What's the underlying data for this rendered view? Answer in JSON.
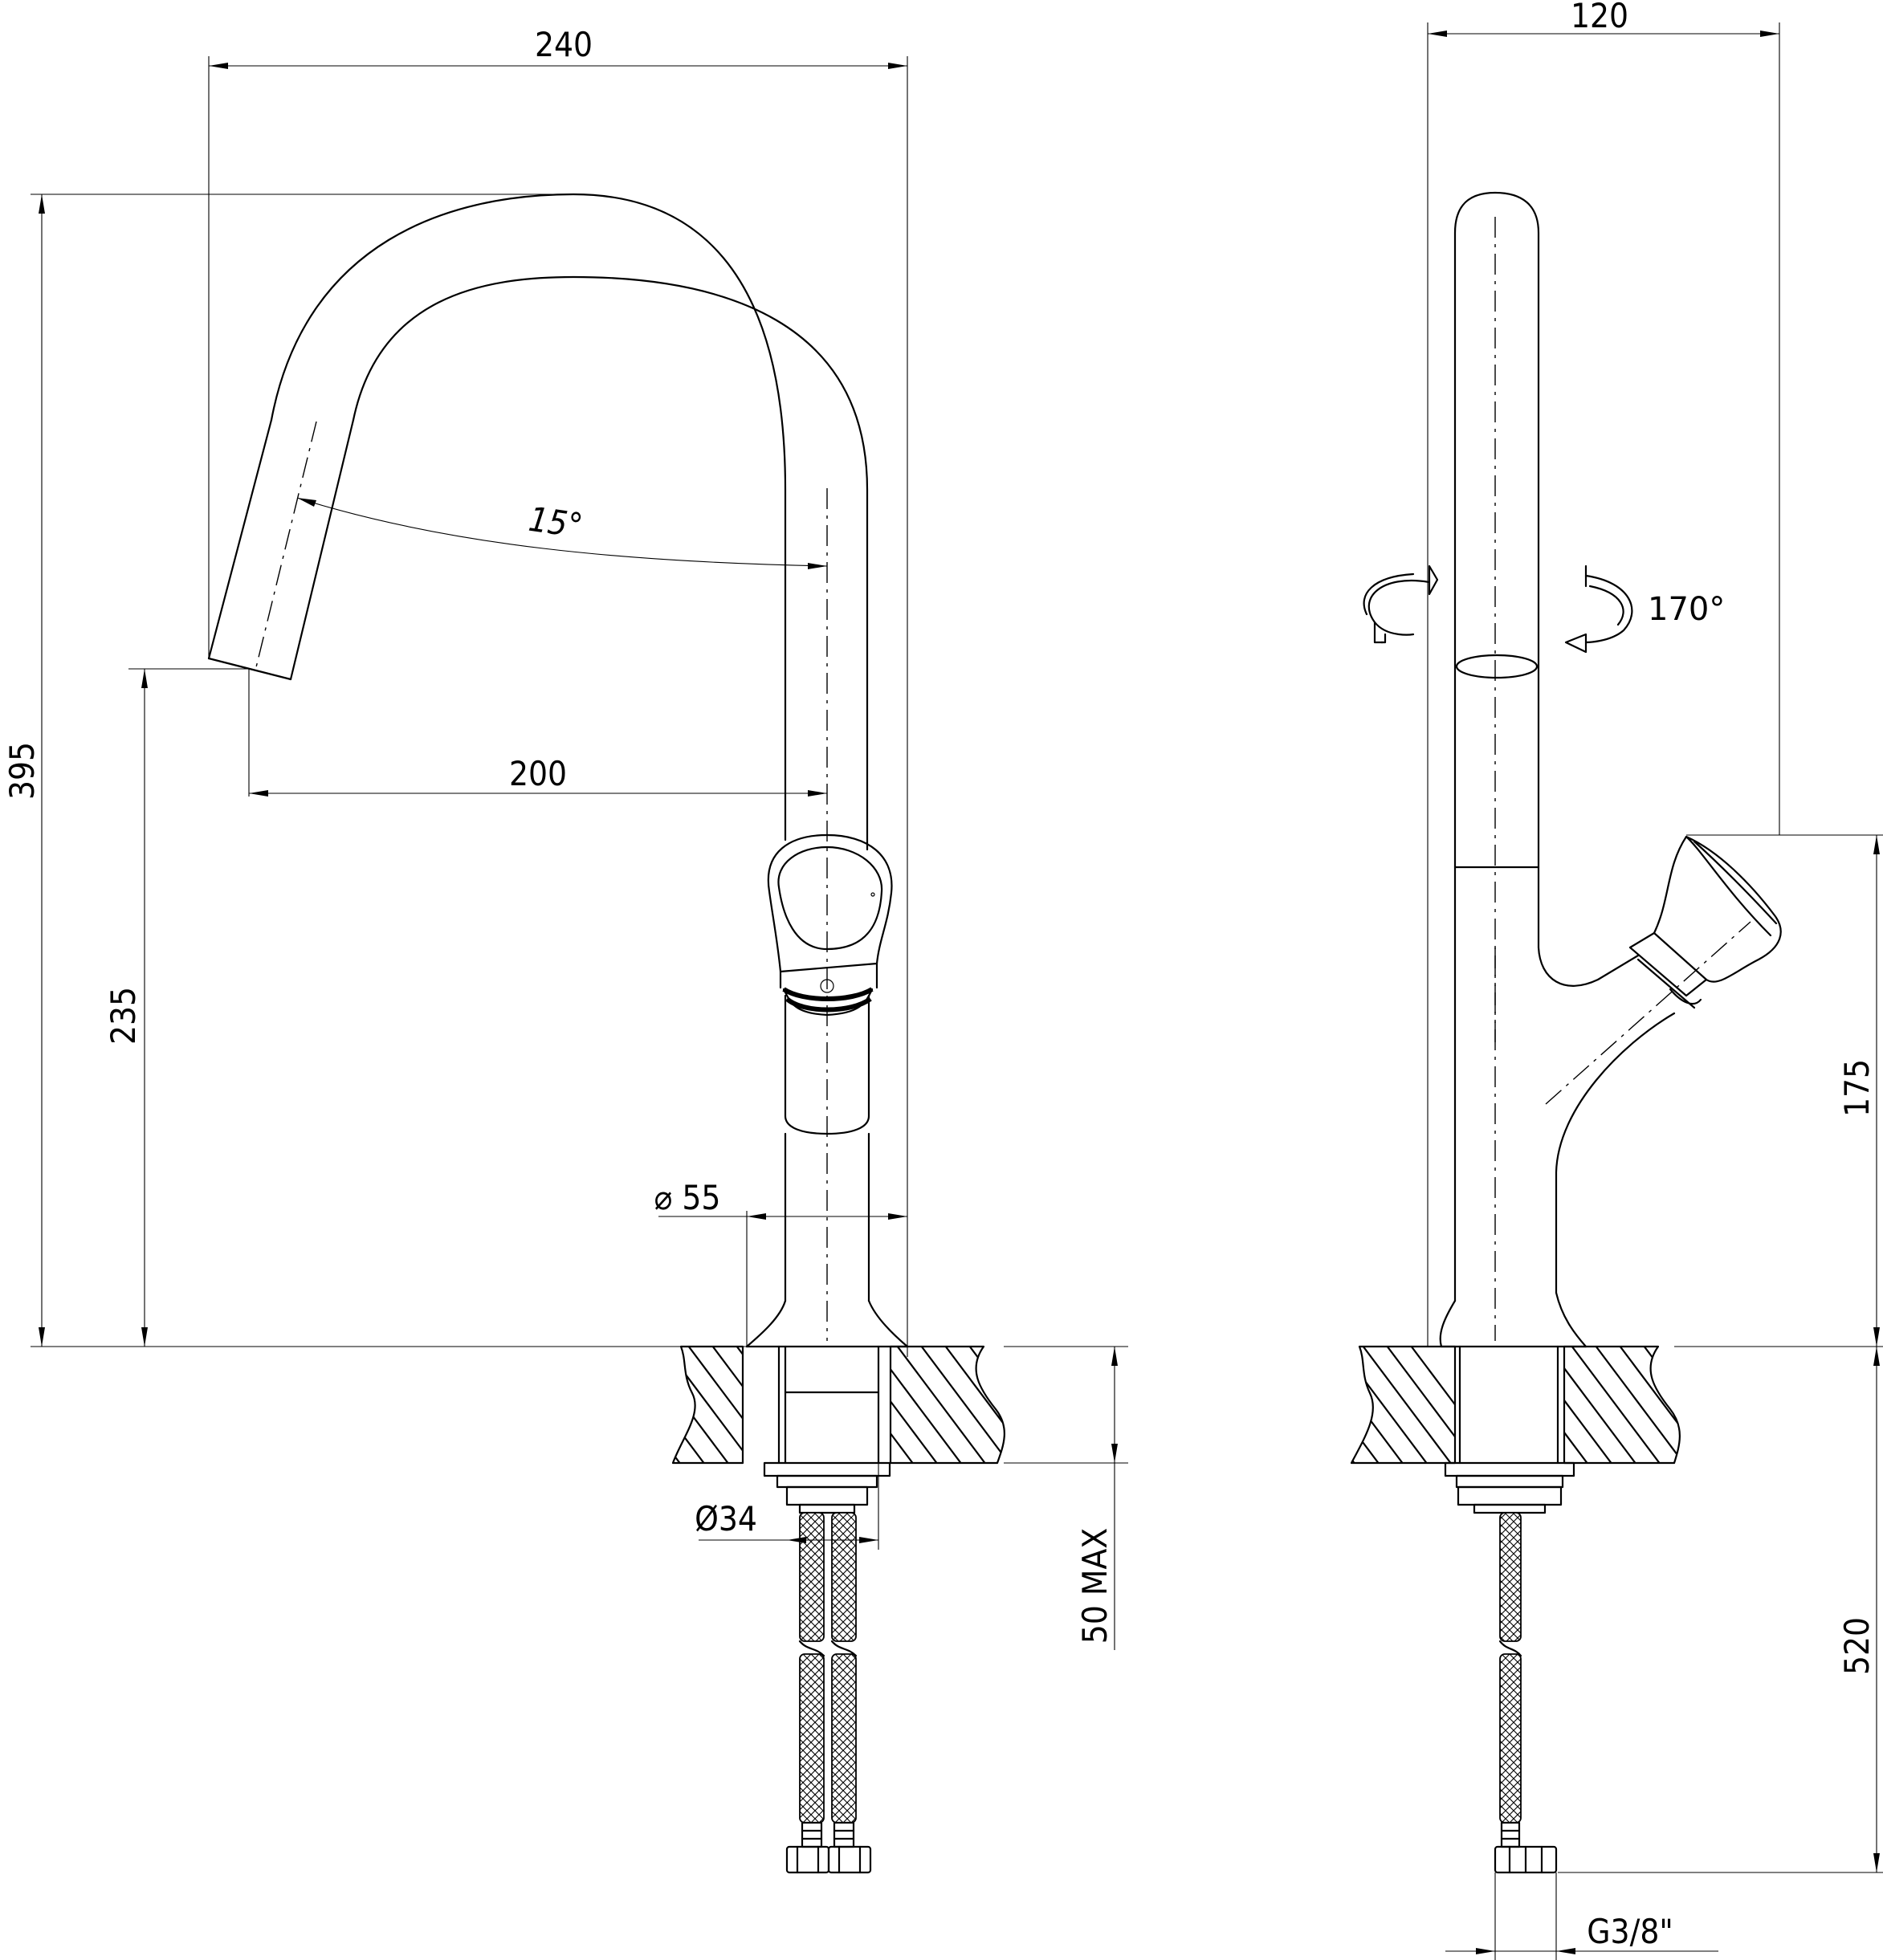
{
  "front_view": {
    "width_label": "240",
    "height_label": "395",
    "spout_height_label": "235",
    "reach_label": "200",
    "tilt_angle_label": "15°",
    "base_diameter_label": "⌀ 55",
    "hole_diameter_label": "Ø34",
    "thickness_label": "50 MAX"
  },
  "side_view": {
    "width_label": "120",
    "swivel_angle_label": "170°",
    "handle_height_label": "175",
    "hose_length_label": "520",
    "thread_label": "G3/8\""
  }
}
